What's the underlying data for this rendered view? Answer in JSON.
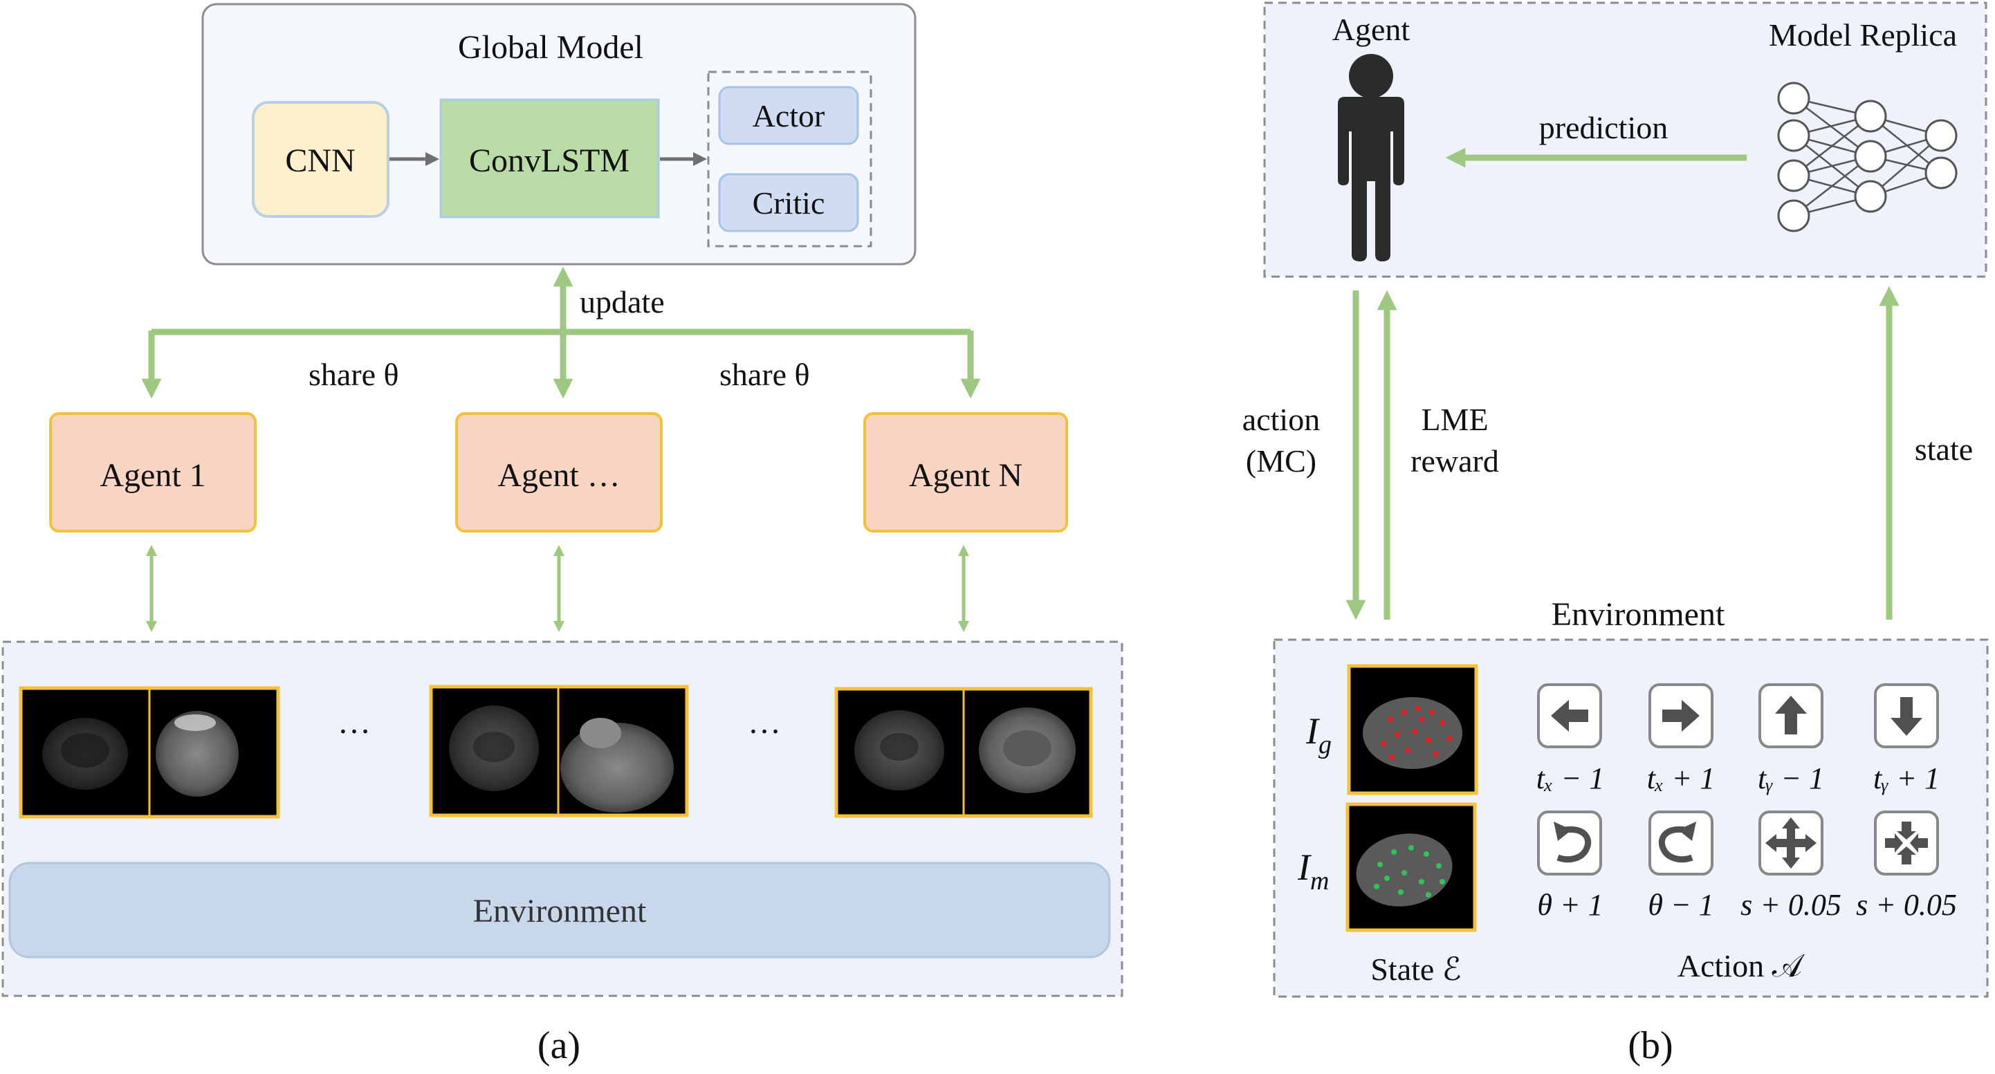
{
  "panel_a": {
    "global_model": {
      "title": "Global Model",
      "cnn": "CNN",
      "convlstm": "ConvLSTM",
      "actor": "Actor",
      "critic": "Critic"
    },
    "update_label": "update",
    "share_label_left": "share θ",
    "share_label_right": "share θ",
    "agents": [
      "Agent 1",
      "Agent …",
      "Agent N"
    ],
    "ellipsis": "…",
    "environment_label": "Environment",
    "caption": "(a)"
  },
  "panel_b": {
    "agent_label": "Agent",
    "model_replica_label": "Model Replica",
    "prediction_label": "prediction",
    "action_label_line1": "action",
    "action_label_line2": "(MC)",
    "reward_label_line1": "LME",
    "reward_label_line2": "reward",
    "state_label": "state",
    "environment_label": "Environment",
    "state_space_label": "State ℰ",
    "action_space_label": "Action 𝒜",
    "image_fixed_label": "I",
    "image_fixed_sub": "g",
    "image_moving_label": "I",
    "image_moving_sub": "m",
    "actions": [
      {
        "icon": "arrow-left-icon",
        "label": "tₓ − 1"
      },
      {
        "icon": "arrow-right-icon",
        "label": "tₓ + 1"
      },
      {
        "icon": "arrow-up-icon",
        "label": "tᵧ − 1"
      },
      {
        "icon": "arrow-down-icon",
        "label": "tᵧ + 1"
      },
      {
        "icon": "rotate-ccw-icon",
        "label": "θ + 1"
      },
      {
        "icon": "rotate-cw-icon",
        "label": "θ − 1"
      },
      {
        "icon": "expand-icon",
        "label": "s + 0.05"
      },
      {
        "icon": "shrink-icon",
        "label": "s + 0.05"
      }
    ],
    "caption": "(b)"
  },
  "colors": {
    "arrow_green": "#9cc97f",
    "agent_fill": "#f8d5c2",
    "agent_border": "#f4c13a",
    "cnn_fill": "#fdf0cc",
    "convlstm_fill": "#b9dca7",
    "actor_critic_fill": "#cfdcf1",
    "env_bar_fill": "#c9d7ea",
    "panel_fill": "#eef3fb"
  }
}
